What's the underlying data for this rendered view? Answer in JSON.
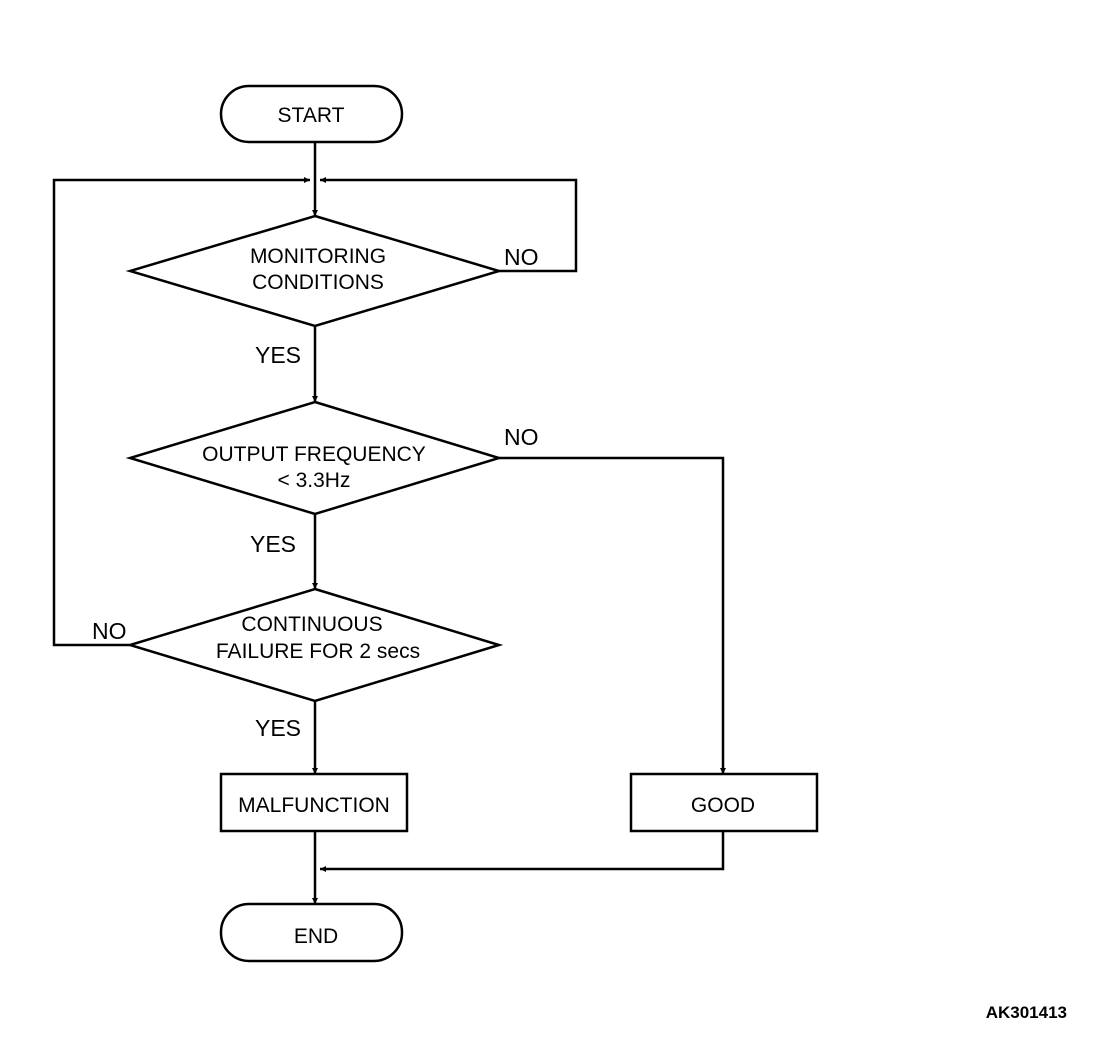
{
  "nodes": {
    "start": "START",
    "monitoring_line1": "MONITORING",
    "monitoring_line2": "CONDITIONS",
    "output_line1": "OUTPUT FREQUENCY",
    "output_line2": "< 3.3Hz",
    "continuous_line1": "CONTINUOUS",
    "continuous_line2": "FAILURE FOR 2 secs",
    "malfunction": "MALFUNCTION",
    "good": "GOOD",
    "end": "END"
  },
  "edge_labels": {
    "monitoring_no": "NO",
    "monitoring_yes": "YES",
    "output_no": "NO",
    "output_yes": "YES",
    "continuous_no": "NO",
    "continuous_yes": "YES"
  },
  "figure_id": "AK301413"
}
